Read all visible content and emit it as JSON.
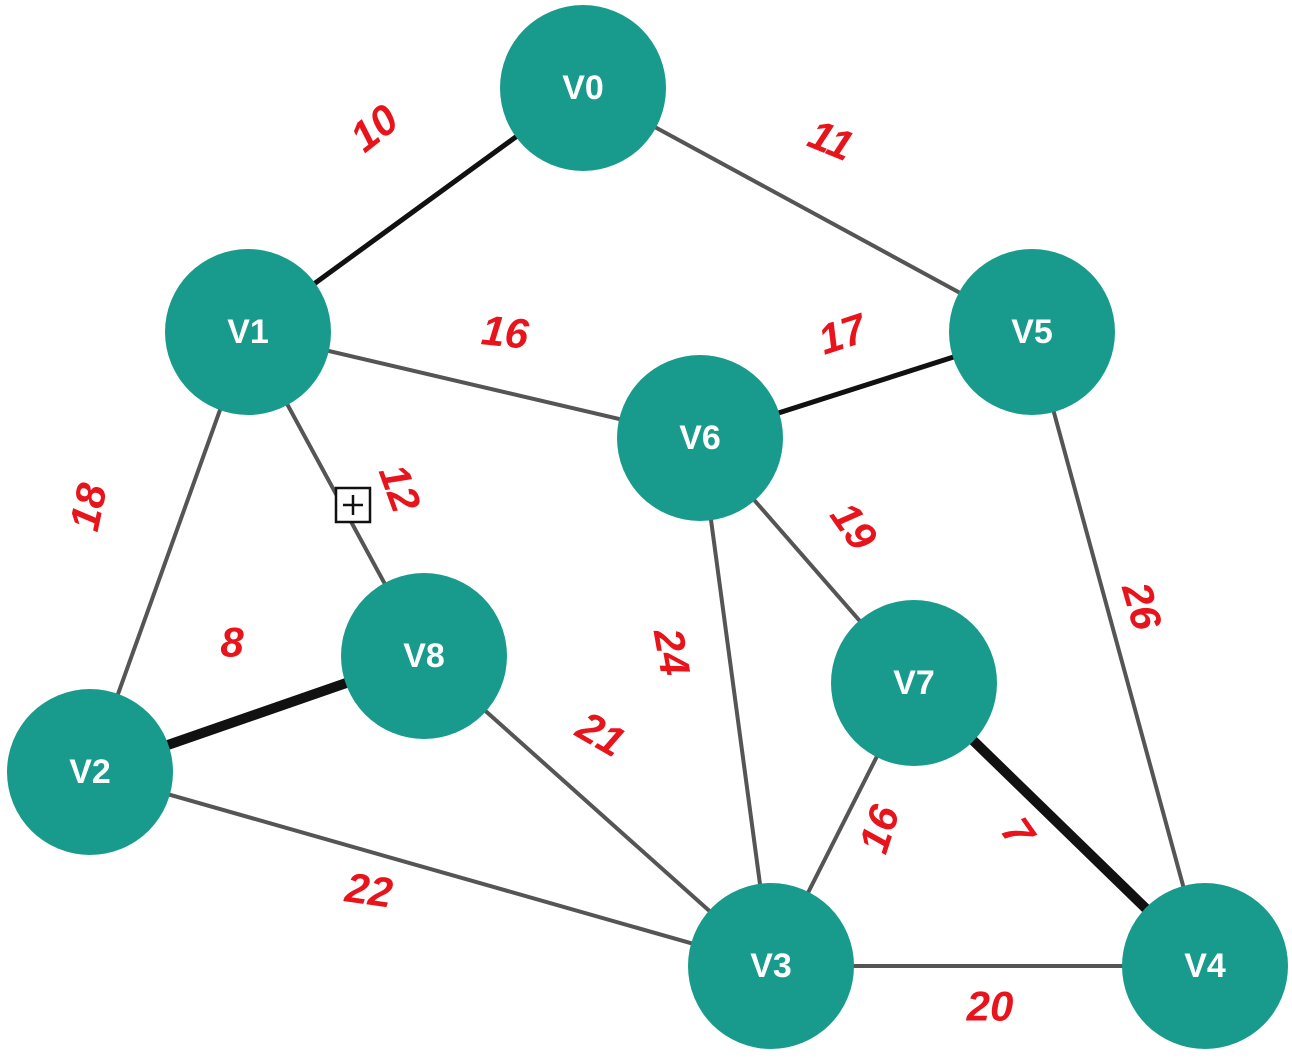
{
  "colors": {
    "node_fill": "#189b8c",
    "node_text": "#ffffff",
    "edge_normal": "#555555",
    "edge_highlight": "#111111",
    "weight_text": "#e8141c",
    "marker_border": "#111111"
  },
  "icons": {
    "expand_marker": "plus-in-square-icon"
  },
  "nodes": [
    {
      "id": "V0",
      "label": "V0"
    },
    {
      "id": "V1",
      "label": "V1"
    },
    {
      "id": "V2",
      "label": "V2"
    },
    {
      "id": "V3",
      "label": "V3"
    },
    {
      "id": "V4",
      "label": "V4"
    },
    {
      "id": "V5",
      "label": "V5"
    },
    {
      "id": "V6",
      "label": "V6"
    },
    {
      "id": "V7",
      "label": "V7"
    },
    {
      "id": "V8",
      "label": "V8"
    }
  ],
  "edges": [
    {
      "from": "V0",
      "to": "V1",
      "weight": "10",
      "style": "bold"
    },
    {
      "from": "V0",
      "to": "V5",
      "weight": "11",
      "style": "normal"
    },
    {
      "from": "V1",
      "to": "V6",
      "weight": "16",
      "style": "normal"
    },
    {
      "from": "V5",
      "to": "V6",
      "weight": "17",
      "style": "bold"
    },
    {
      "from": "V1",
      "to": "V2",
      "weight": "18",
      "style": "normal"
    },
    {
      "from": "V1",
      "to": "V8",
      "weight": "12",
      "style": "normal"
    },
    {
      "from": "V6",
      "to": "V7",
      "weight": "19",
      "style": "normal"
    },
    {
      "from": "V5",
      "to": "V4",
      "weight": "26",
      "style": "normal"
    },
    {
      "from": "V2",
      "to": "V8",
      "weight": "8",
      "style": "heavy"
    },
    {
      "from": "V6",
      "to": "V3",
      "weight": "24",
      "style": "normal"
    },
    {
      "from": "V8",
      "to": "V3",
      "weight": "21",
      "style": "normal"
    },
    {
      "from": "V7",
      "to": "V3",
      "weight": "16",
      "style": "normal"
    },
    {
      "from": "V7",
      "to": "V4",
      "weight": "7",
      "style": "heavy"
    },
    {
      "from": "V2",
      "to": "V3",
      "weight": "22",
      "style": "normal"
    },
    {
      "from": "V3",
      "to": "V4",
      "weight": "20",
      "style": "normal"
    }
  ]
}
